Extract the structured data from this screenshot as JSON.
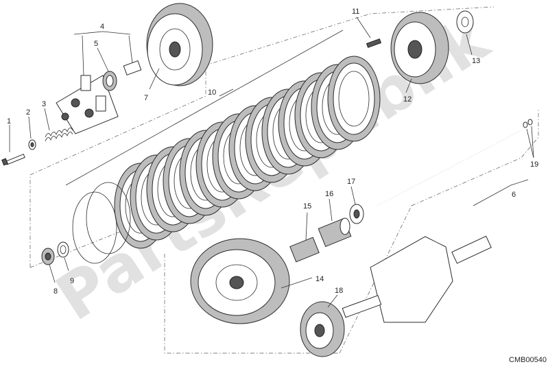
{
  "diagram": {
    "drawing_code": "CMB00540",
    "watermark": "PartsRepublik",
    "callouts": [
      "1",
      "2",
      "3",
      "4",
      "5",
      "6",
      "7",
      "8",
      "9",
      "10",
      "11",
      "12",
      "13",
      "14",
      "15",
      "16",
      "17",
      "18",
      "19"
    ]
  }
}
